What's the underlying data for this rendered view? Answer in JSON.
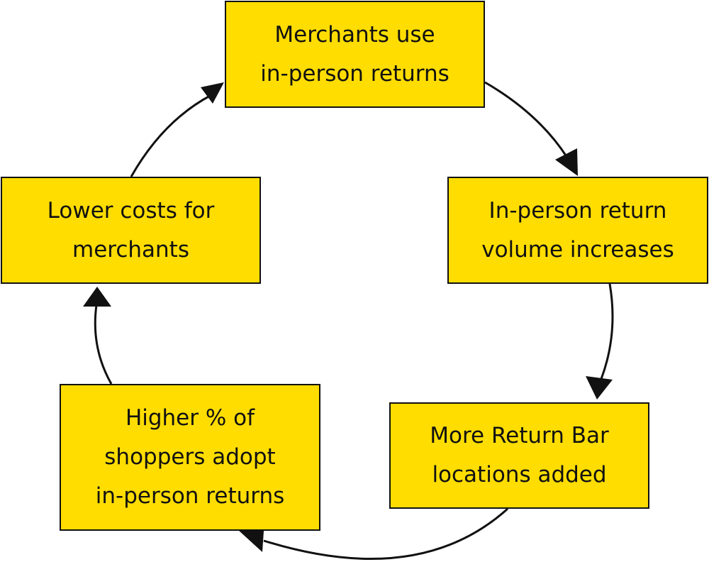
{
  "colors": {
    "box_fill": "#FFDD00",
    "stroke": "#111111"
  },
  "nodes": [
    {
      "lines": [
        "Merchants use",
        "in-person returns"
      ]
    },
    {
      "lines": [
        "In-person return",
        "volume increases"
      ]
    },
    {
      "lines": [
        "More Return Bar",
        "locations added"
      ]
    },
    {
      "lines": [
        "Higher % of",
        "shoppers adopt",
        "in-person returns"
      ]
    },
    {
      "lines": [
        "Lower costs for",
        "merchants"
      ]
    }
  ]
}
